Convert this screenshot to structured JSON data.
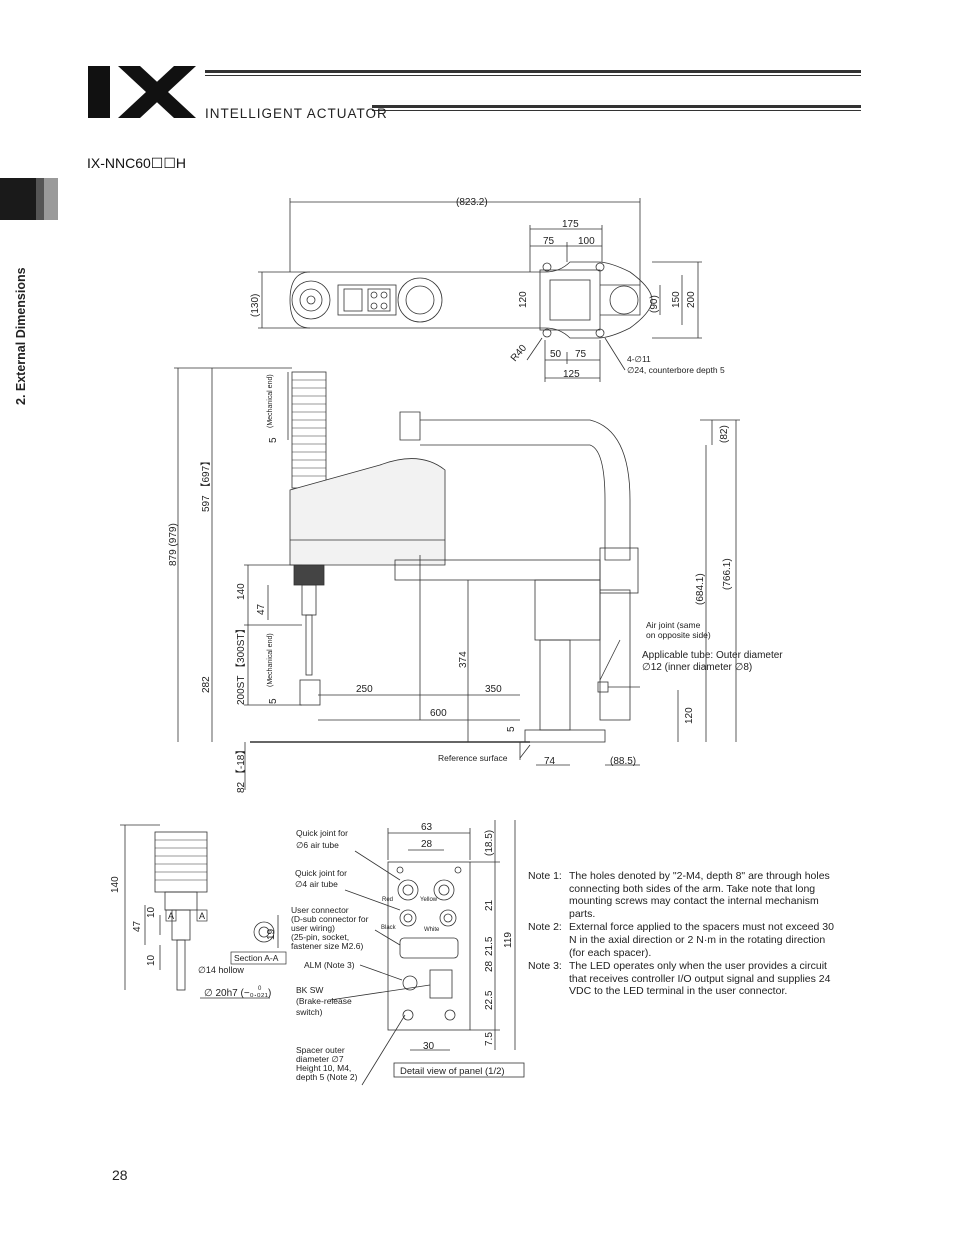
{
  "header": {
    "brand": "INTELLIGENT ACTUATOR",
    "logo": "IX"
  },
  "model": "IX-NNC60☐☐H",
  "section": "2. External Dimensions",
  "page_number": "28",
  "top_view": {
    "d_823": "(823.2)",
    "d_175": "175",
    "d_75": "75",
    "d_100": "100",
    "d_130": "(130)",
    "d_120": "120",
    "d_90": "(90)",
    "d_150": "150",
    "d_200": "200",
    "d_r40": "R40",
    "d_50": "50",
    "d_75b": "75",
    "d_125": "125",
    "hole_1": "4-∅11",
    "hole_2": "∅24, counterbore depth 5"
  },
  "side_view": {
    "mech_end": "(Mechanical end)",
    "d_5": "5",
    "d_597": "597 【697】",
    "d_879": "879  (979)",
    "d_140": "140",
    "d_47": "47",
    "d_282": "282",
    "d_200st": "200ST 【300ST】",
    "d_5b": "5",
    "d_82": "82 【-18】",
    "d_82b": "(82)",
    "d_684": "(684.1)",
    "d_766": "(766.1)",
    "d_374": "374",
    "d_250": "250",
    "d_350": "350",
    "d_600": "600",
    "d_120": "120",
    "d_5c": "5",
    "d_74": "74",
    "d_885": "(88.5)",
    "air_1": "Air joint (same",
    "air_2": "on opposite side)",
    "tube_1": "Applicable tube: Outer diameter",
    "tube_2": "∅12 (inner diameter ∅8)",
    "ref_surface": "Reference surface"
  },
  "detail_view": {
    "d_140": "140",
    "d_10": "10",
    "d_47": "47",
    "d_10b": "10",
    "d_19": "19",
    "hollow": "∅14 hollow",
    "shaft": "∅ 20h7 (−₀.₀₂₁)",
    "shaft_tol": "0",
    "section": "Section A-A",
    "a1": "A",
    "a2": "A"
  },
  "panel": {
    "d_63": "63",
    "d_28": "28",
    "d_185": "(18.5)",
    "d_21": "21",
    "d_215": "21.5",
    "d_28b": "28",
    "d_225": "22.5",
    "d_75": "7.5",
    "d_119": "119",
    "d_30": "30",
    "c_red": "Red",
    "c_yellow": "Yellow",
    "c_black": "Black",
    "c_white": "White",
    "qj6_1": "Quick joint for",
    "qj6_2": "∅6 air tube",
    "qj4_1": "Quick joint for",
    "qj4_2": "∅4 air tube",
    "uc_1": "User connector",
    "uc_2": "(D-sub connector for",
    "uc_3": "user wiring)",
    "uc_4": "(25-pin, socket,",
    "uc_5": "fastener size M2.6)",
    "alm": "ALM (Note 3)",
    "bk_1": "BK SW",
    "bk_2": "(Brake-release",
    "bk_3": "switch)",
    "sp_1": "Spacer outer",
    "sp_2": "diameter ∅7",
    "sp_3": "Height 10, M4,",
    "sp_4": "depth 5 (Note 2)",
    "caption": "Detail view of panel (1/2)"
  },
  "notes": [
    {
      "label": "Note 1:",
      "text": "The holes denoted by \"2-M4, depth 8\" are through holes connecting both sides of the arm. Take note that long mounting screws may contact the internal mechanism parts."
    },
    {
      "label": "Note 2:",
      "text": "External force applied to the spacers must not exceed 30 N in the axial direction or 2 N·m in the rotating direction (for each spacer)."
    },
    {
      "label": "Note 3:",
      "text": "The LED operates only when the user provides a circuit that receives controller I/O output signal and supplies 24 VDC to the LED terminal in the user connector."
    }
  ]
}
